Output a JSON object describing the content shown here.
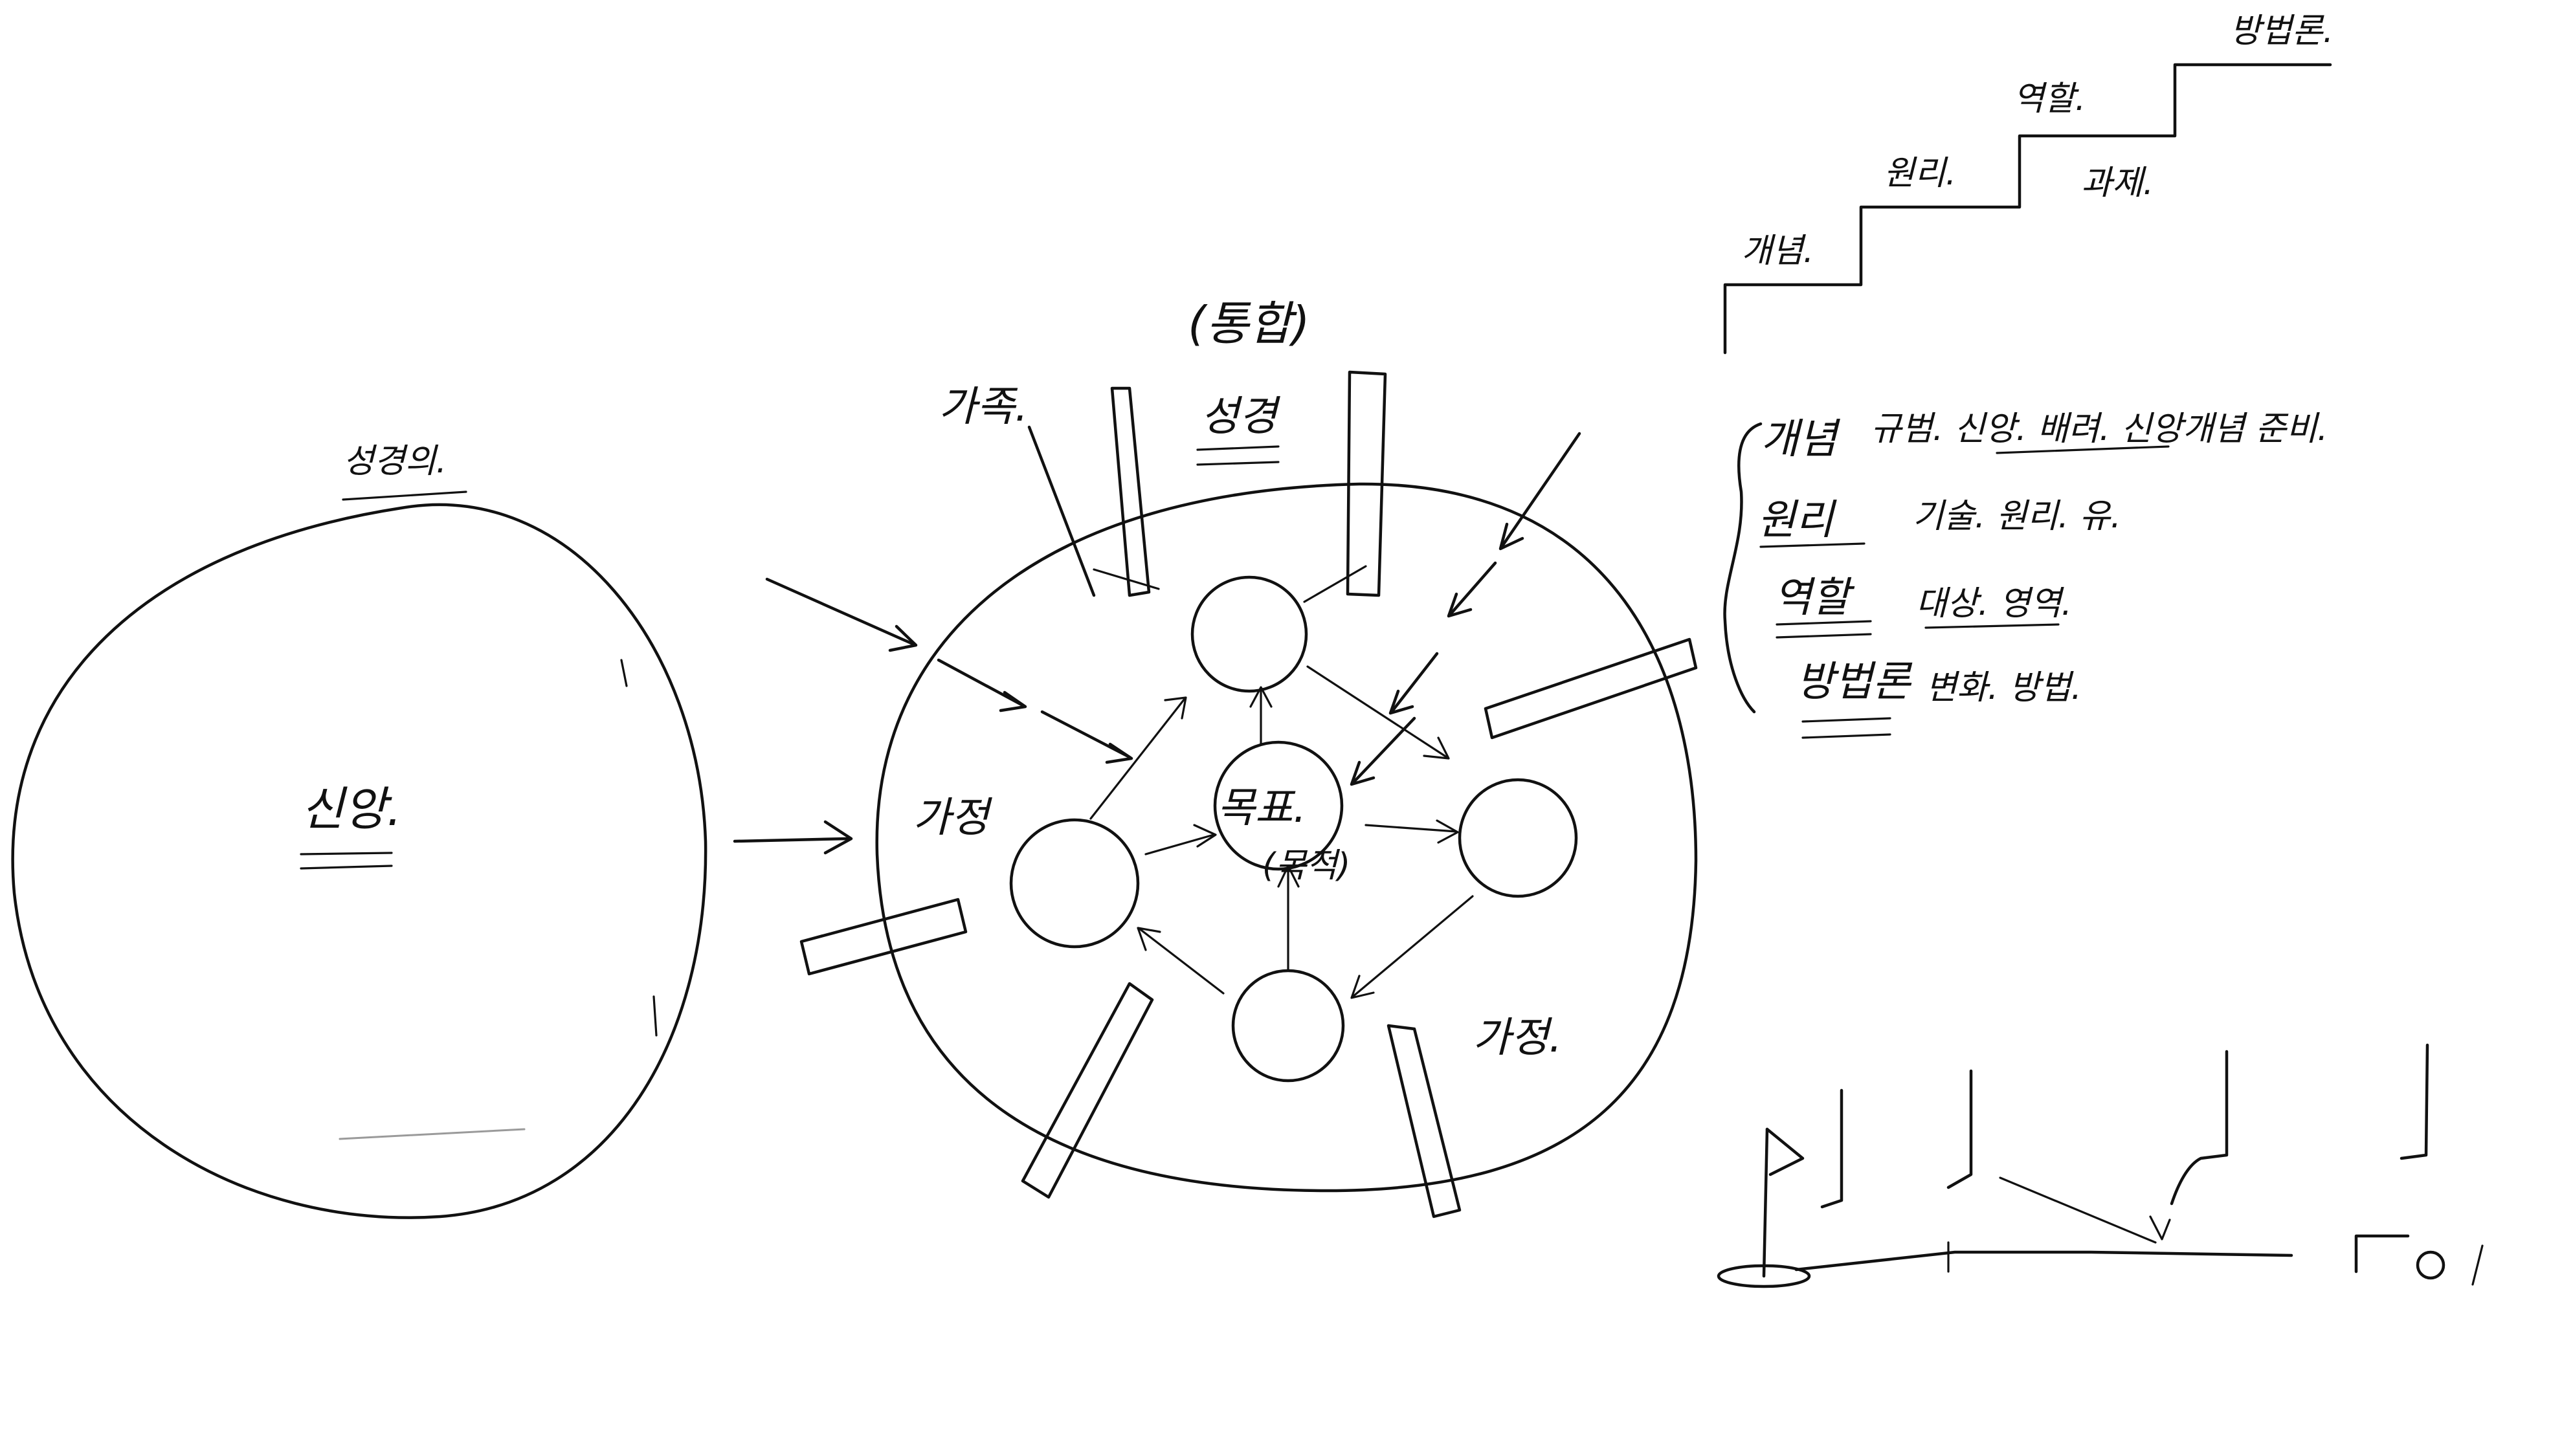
{
  "labels": {
    "left_circle_center": "신앙.",
    "left_circle_top": "성경의.",
    "big_circle_left": "가정",
    "big_circle_top_bracket": "(통합)",
    "big_circle_top": "성경",
    "top_left_arrow": "가족.",
    "bottom_right": "가정.",
    "center": "목표.",
    "center_sub": "(목적)"
  },
  "stairs": [
    "개념.",
    "원리.",
    "역할.",
    "방법론.",
    "과제."
  ],
  "list": [
    {
      "term": "개념",
      "desc": "규범. 신앙. 배려. 신앙개념 준비."
    },
    {
      "term": "원리",
      "desc": "기술. 원리. 유."
    },
    {
      "term": "역할",
      "desc": "대상. 영역."
    },
    {
      "term": "방법론",
      "desc": "변화. 방법."
    }
  ]
}
